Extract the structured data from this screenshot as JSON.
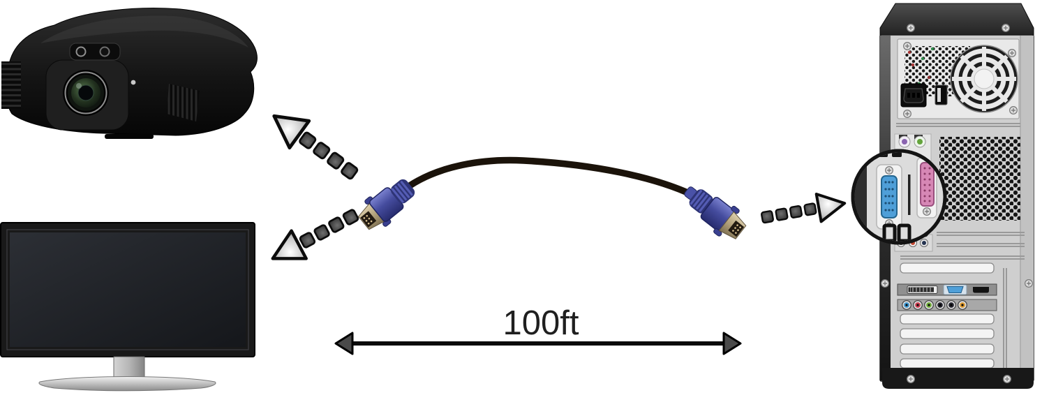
{
  "scene": {
    "background_color": "#ffffff",
    "description": "VGA cable connection diagram: a 100ft VGA cable links a projector or a monitor to the VGA port on the rear of a desktop PC"
  },
  "length_indicator": {
    "label": "100ft"
  },
  "devices": {
    "projector": {
      "semantic": "home-theater-projector",
      "position": "top-left"
    },
    "monitor": {
      "semantic": "desktop-monitor",
      "position": "bottom-left"
    },
    "computer": {
      "semantic": "desktop-pc-rear-panel",
      "position": "right"
    }
  },
  "cable": {
    "semantic": "vga-cable-male-to-male",
    "jacket_color": "#1b130a",
    "connector_color": "#454c9e"
  },
  "arrows": [
    {
      "id": "arrow-to-projector",
      "direction": "up-left"
    },
    {
      "id": "arrow-to-monitor",
      "direction": "down-left"
    },
    {
      "id": "arrow-to-pc-vga-port",
      "direction": "right"
    }
  ],
  "callout": {
    "semantic": "magnified-vga-port",
    "vga_port_color": "#4f9fd8",
    "parallel_port_color": "#d687b5"
  },
  "colors": {
    "arrow_square_fill": "#3f3f3f",
    "arrow_head_fill": "#c9c9c9",
    "measure_line": "#0a0a0a",
    "text": "#1f1f1f"
  }
}
